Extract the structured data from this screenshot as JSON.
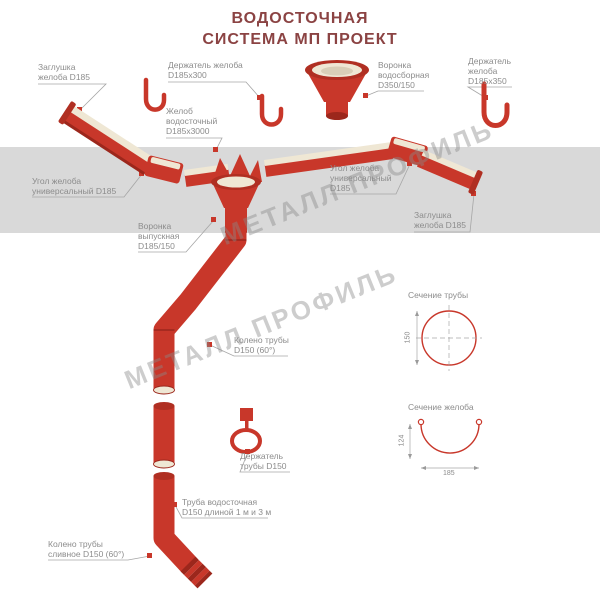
{
  "title": {
    "line1": "ВОДОСТОЧНАЯ",
    "line2": "СИСТЕМА МП ПРОЕКТ"
  },
  "watermark": "МЕТАЛЛ ПРОФИЛЬ",
  "labels": [
    {
      "id": "end-cap-left",
      "text": "Заглушка\nжелоба D185"
    },
    {
      "id": "gutter-bracket-300",
      "text": "Держатель желоба\nD185х300"
    },
    {
      "id": "collector-funnel",
      "text": "Воронка\nводосборная\nD350/150"
    },
    {
      "id": "gutter-bracket-350",
      "text": "Держатель\nжелоба\nD185х350"
    },
    {
      "id": "gutter",
      "text": "Желоб\nводосточный\nD185х3000"
    },
    {
      "id": "corner-left",
      "text": "Угол желоба\nуниверсальный D185"
    },
    {
      "id": "corner-right",
      "text": "Угол желоба\nуниверсальный\nD185"
    },
    {
      "id": "end-cap-right",
      "text": "Заглушка\nжелоба D185"
    },
    {
      "id": "outlet-funnel",
      "text": "Воронка\nвыпускная\nD185/150"
    },
    {
      "id": "pipe-elbow",
      "text": "Колено трубы\nD150 (60°)"
    },
    {
      "id": "pipe-bracket",
      "text": "Держатель\nтрубы D150"
    },
    {
      "id": "downpipe",
      "text": "Труба водосточная\nD150 длиной 1 м и 3 м"
    },
    {
      "id": "drain-elbow",
      "text": "Колено трубы\nсливное D150 (60°)"
    }
  ],
  "sections": {
    "pipe": {
      "title": "Сечение трубы",
      "diameter": "150"
    },
    "gutter": {
      "title": "Сечение желоба",
      "height": "124",
      "width": "185"
    }
  },
  "colors": {
    "red": "#c8372a",
    "red-dark": "#9c271c",
    "red-mid": "#b02f22",
    "cream": "#efe7d4",
    "cream-dark": "#d9cfb8",
    "band": "#d9d9d9",
    "label": "#8c8c8c",
    "leader": "#a6a6a6",
    "title": "#8b4343",
    "watermark": "#8a8a8a"
  }
}
